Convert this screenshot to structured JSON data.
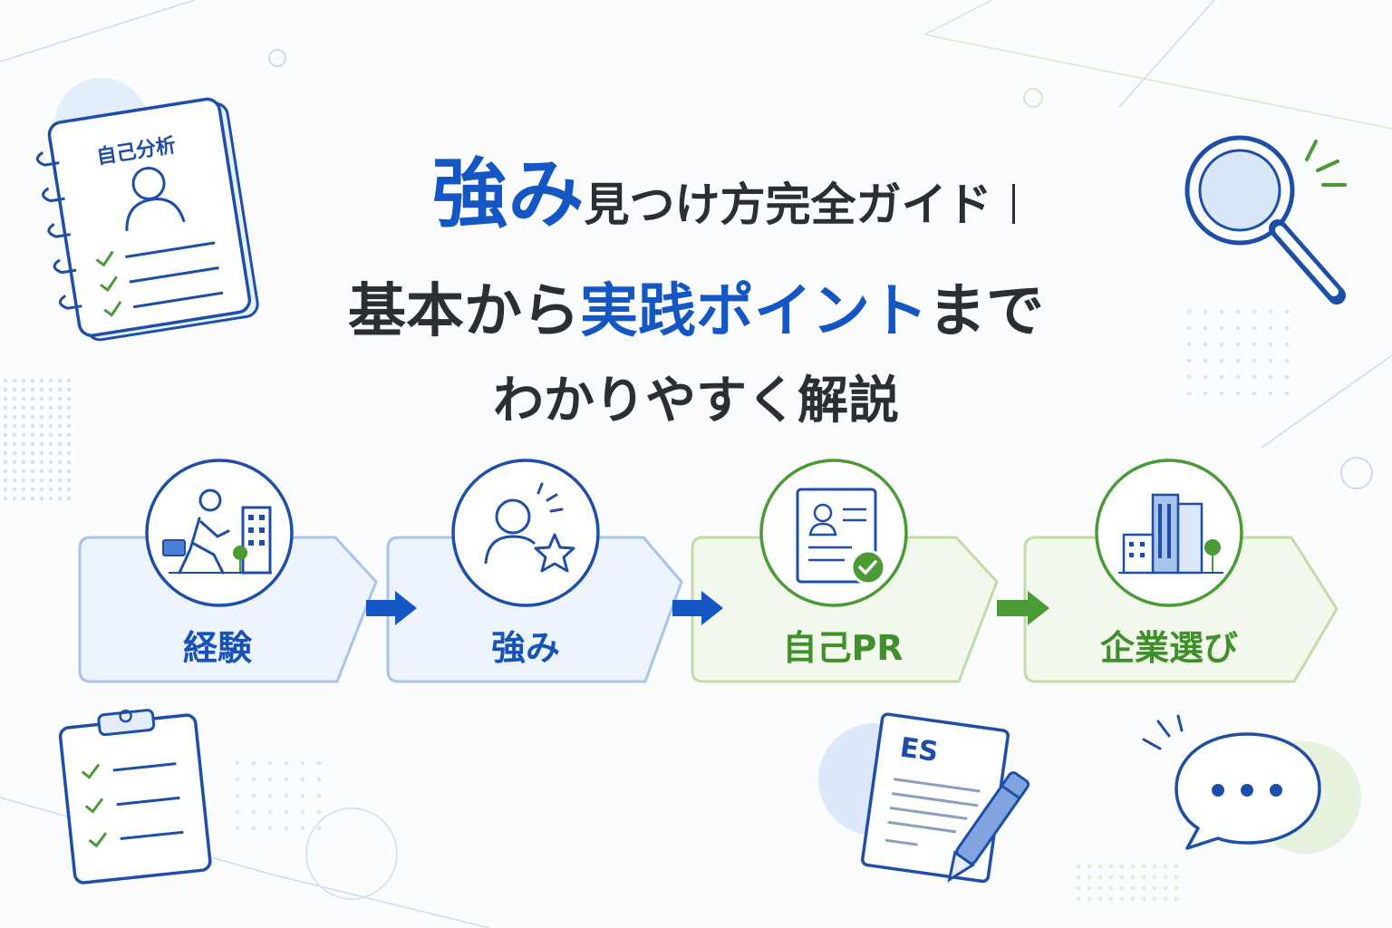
{
  "title": {
    "line1_accent": "強み",
    "line1_rest": "見つけ方完全ガイド",
    "line2_pre": "基本から",
    "line2_accent": "実践ポイント",
    "line2_post": "まで",
    "line3": "わかりやすく解説"
  },
  "notebook": {
    "label": "自己分析"
  },
  "steps": [
    {
      "label": "経験",
      "color": "#1652b8"
    },
    {
      "label": "強み",
      "color": "#1652b8"
    },
    {
      "label": "自己PR",
      "color": "#3f8f2a"
    },
    {
      "label": "企業選び",
      "color": "#3f8f2a"
    }
  ],
  "es_document": {
    "label": "ES"
  },
  "colors": {
    "primary": "#1457c4",
    "green": "#4a9a35",
    "text": "#2b2e33"
  }
}
